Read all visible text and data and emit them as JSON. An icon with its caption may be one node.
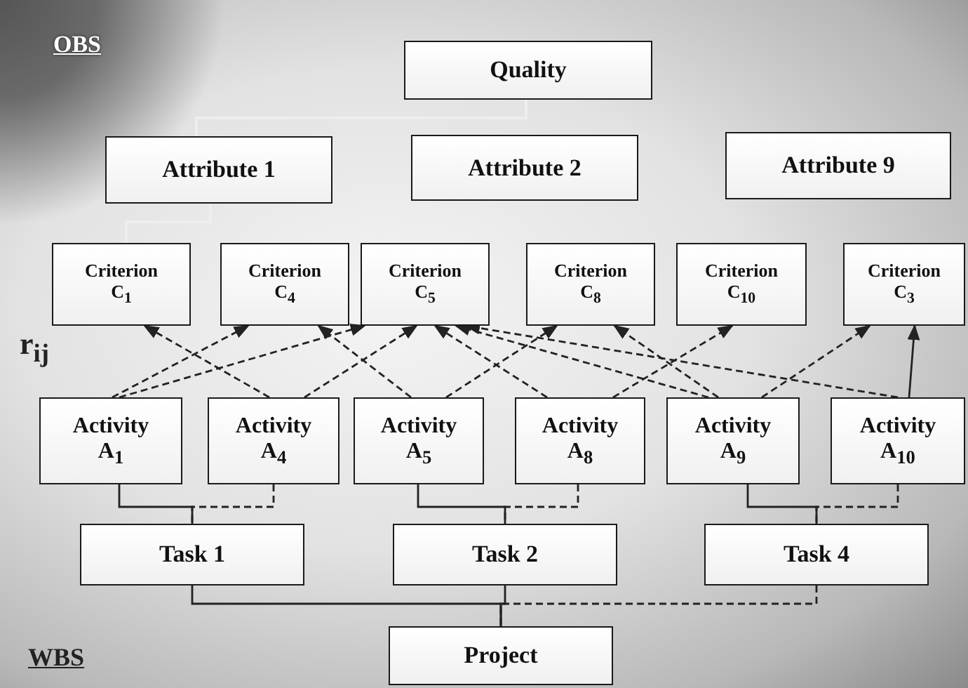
{
  "diagram": {
    "nodes": [
      {
        "text": [
          "Quality"
        ]
      },
      {
        "text": [
          "Attribute 1"
        ]
      },
      {
        "text": [
          "Attribute 2"
        ]
      },
      {
        "text": [
          "Attribute 9"
        ]
      },
      {
        "text": [
          "Criterion C$_{1}$"
        ]
      },
      {
        "text": [
          "Criterion C$_{4}$"
        ]
      },
      {
        "text": [
          "Criterion C$_{5}$"
        ]
      },
      {
        "text": [
          "Criterion C$_{8}$"
        ]
      },
      {
        "text": [
          "Criterion C$_{10}$"
        ]
      },
      {
        "text": [
          "Criterion C$_{3}$"
        ]
      },
      {
        "text": [
          "Activity A$_{1}$"
        ]
      },
      {
        "text": [
          "Activity A$_{4}$"
        ]
      },
      {
        "text": [
          "Activity A$_{5}$"
        ]
      },
      {
        "text": [
          "Activity A$_{8}$"
        ]
      },
      {
        "text": [
          "Activity A$_{9}$"
        ]
      },
      {
        "text": [
          "Activity A$_{10}$"
        ]
      },
      {
        "text": [
          "Task 1"
        ]
      },
      {
        "text": [
          "Task 2"
        ]
      },
      {
        "text": [
          "Task 4"
        ]
      },
      {
        "text": [
          "Project"
        ]
      }
    ],
    "edges": [
      {
        "from": 0,
        "to": 1,
        "arrow": "none",
        "color": "#eeeeee"
      },
      {
        "from": 1,
        "to": 4,
        "arrow": "none",
        "color": "#eeeeee"
      },
      {
        "from": 10,
        "to": 5,
        "arrow": "to",
        "style": "dashed"
      },
      {
        "from": 10,
        "to": 6,
        "arrow": "to",
        "style": "dashed"
      },
      {
        "from": 11,
        "to": 4,
        "arrow": "to",
        "style": "dashed"
      },
      {
        "from": 11,
        "to": 6,
        "arrow": "to",
        "style": "dashed"
      },
      {
        "from": 12,
        "to": 5,
        "arrow": "to",
        "style": "dashed"
      },
      {
        "from": 12,
        "to": 7,
        "arrow": "to",
        "style": "dashed"
      },
      {
        "from": 13,
        "to": 6,
        "arrow": "to",
        "style": "dashed"
      },
      {
        "from": 13,
        "to": 8,
        "arrow": "to",
        "style": "dashed"
      },
      {
        "from": 14,
        "to": 7,
        "arrow": "to",
        "style": "dashed"
      },
      {
        "from": 14,
        "to": 6,
        "arrow": "to",
        "style": "dashed"
      },
      {
        "from": 14,
        "to": 9,
        "arrow": "to",
        "style": "dashed"
      },
      {
        "from": 15,
        "to": 6,
        "arrow": "to",
        "style": "dashed"
      },
      {
        "from": 15,
        "to": 9,
        "arrow": "to"
      },
      {
        "from": 10,
        "to": 16,
        "arrow": "none"
      },
      {
        "from": 11,
        "to": 16,
        "arrow": "none",
        "style": "dashed"
      },
      {
        "from": 12,
        "to": 17,
        "arrow": "none"
      },
      {
        "from": 13,
        "to": 17,
        "arrow": "none",
        "style": "dashed"
      },
      {
        "from": 14,
        "to": 18,
        "arrow": "none"
      },
      {
        "from": 15,
        "to": 18,
        "arrow": "none",
        "style": "dashed"
      },
      {
        "from": 16,
        "to": 19,
        "arrow": "none"
      },
      {
        "from": 17,
        "to": 19,
        "arrow": "none"
      },
      {
        "from": 18,
        "to": 19,
        "arrow": "none",
        "style": "dashed"
      }
    ],
    "labels": [
      "OBS",
      "r$_{ij}$",
      "WBS"
    ]
  }
}
